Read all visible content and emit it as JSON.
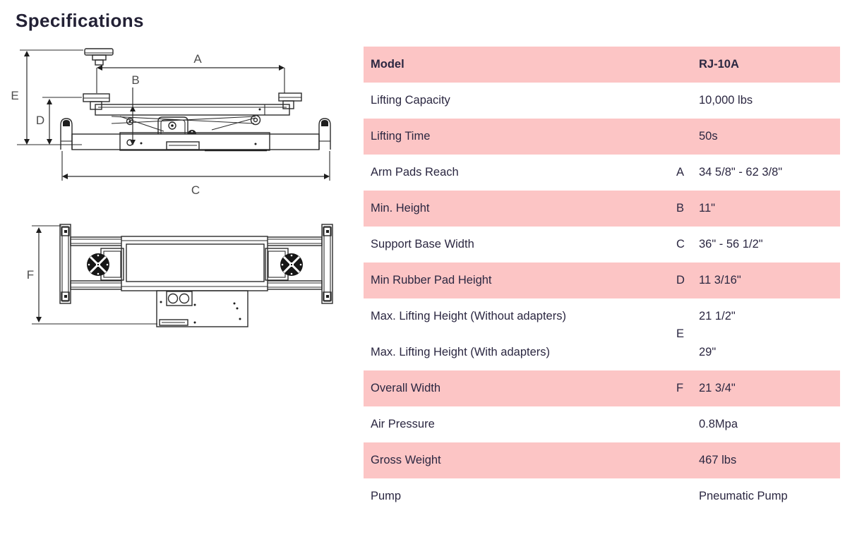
{
  "page": {
    "title": "Specifications"
  },
  "colors": {
    "row_pink": "#fcc5c5",
    "text": "#2b2741",
    "diagram_line": "#2b2b2b",
    "dimension_label": "#4d4d4d"
  },
  "diagram": {
    "side_view": {
      "labels": {
        "a": "A",
        "b": "B",
        "c": "C",
        "d": "D",
        "e": "E"
      }
    },
    "top_view": {
      "labels": {
        "f": "F"
      }
    }
  },
  "table": {
    "rows": [
      {
        "label": "Model",
        "letter": "",
        "value": "RJ-10A",
        "pink": true,
        "header": true
      },
      {
        "label": "Lifting Capacity",
        "letter": "",
        "value": "10,000 lbs",
        "pink": false
      },
      {
        "label": "Lifting Time",
        "letter": "",
        "value": "50s",
        "pink": true
      },
      {
        "label": "Arm Pads Reach",
        "letter": "A",
        "value": "34 5/8\" - 62 3/8\"",
        "pink": false
      },
      {
        "label": "Min. Height",
        "letter": "B",
        "value": "11\"",
        "pink": true
      },
      {
        "label": "Support Base Width",
        "letter": "C",
        "value": "36\" - 56 1/2\"",
        "pink": false
      },
      {
        "label": "Min Rubber Pad Height",
        "letter": "D",
        "value": "11 3/16\"",
        "pink": true
      },
      {
        "label": "Max. Lifting Height (Without adapters)",
        "letter": "E",
        "value": "21 1/2\"",
        "pink": false
      },
      {
        "label": "Max. Lifting Height (With adapters)",
        "letter": "",
        "value": "29\"",
        "pink": false
      },
      {
        "label": "Overall Width",
        "letter": "F",
        "value": "21 3/4\"",
        "pink": true
      },
      {
        "label": "Air Pressure",
        "letter": "",
        "value": "0.8Mpa",
        "pink": false
      },
      {
        "label": "Gross Weight",
        "letter": "",
        "value": "467 lbs",
        "pink": true
      },
      {
        "label": "Pump",
        "letter": "",
        "value": "Pneumatic Pump",
        "pink": false
      }
    ]
  }
}
